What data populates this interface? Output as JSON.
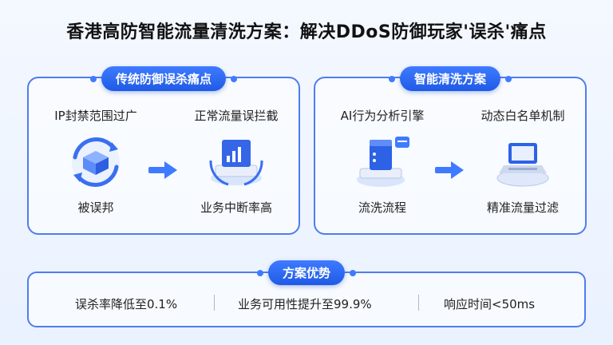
{
  "title": "香港高防智能流量清洗方案：解决DDoS防御玩家'误杀'痛点",
  "left_panel": {
    "heading": "传统防御误杀痛点",
    "items": [
      {
        "top_label": "IP封禁范围过广",
        "bottom_label": "被误邦"
      },
      {
        "top_label": "正常流量误拦截",
        "bottom_label": "业务中断率高"
      }
    ]
  },
  "right_panel": {
    "heading": "智能清洗方案",
    "items": [
      {
        "top_label": "AI行为分析引擎",
        "bottom_label": "流洗流程"
      },
      {
        "top_label": "动态白名单机制",
        "bottom_label": "精准流量过滤"
      }
    ]
  },
  "advantages": {
    "heading": "方案优势",
    "items": [
      "误杀率降低至0.1%",
      "业务可用性提升至99.9%",
      "响应时间<50ms"
    ]
  },
  "colors": {
    "accent": "#2f6df6",
    "border": "#4f7cf0"
  }
}
